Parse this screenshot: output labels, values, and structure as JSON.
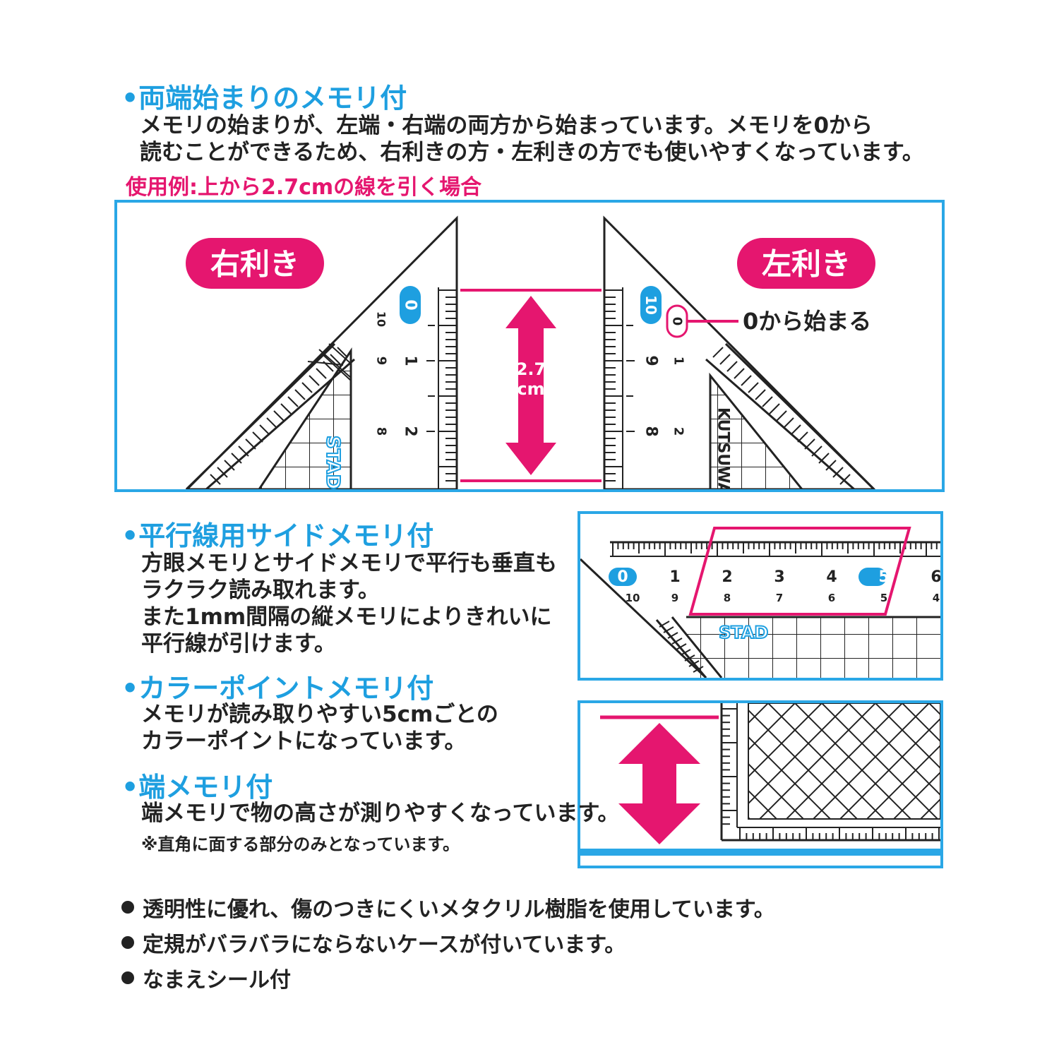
{
  "sections": {
    "ends": {
      "title": "•両端始まりのメモリ付",
      "line1": "メモリの始まりが、左端・右端の両方から始まっています。メモリを0から",
      "line2": "読むことができるため、右利きの方・左利きの方でも使いやすくなっています。",
      "example": "使用例:上から2.7cmの線を引く場合"
    },
    "parallel": {
      "title": "•平行線用サイドメモリ付",
      "lines": [
        "方眼メモリとサイドメモリで平行も垂直も",
        "ラクラク読み取れます。",
        "また1mm間隔の縦メモリによりきれいに",
        "平行線が引けます。"
      ]
    },
    "color": {
      "title": "•カラーポイントメモリ付",
      "lines": [
        "メモリが読み取りやすい5cmごとの",
        "カラーポイントになっています。"
      ]
    },
    "edge": {
      "title": "•端メモリ付",
      "line1": "端メモリで物の高さが測りやすくなっています。",
      "note": "※直角に面する部分のみとなっています。"
    }
  },
  "diagram1": {
    "right_hand_label": "右利き",
    "left_hand_label": "左利き",
    "measure_label_1": "2.7",
    "measure_label_2": "cm",
    "callout": "0から始まる",
    "brand_left": "STAD",
    "brand_right": "KUTSUWA",
    "scale_left": [
      "0",
      "10",
      "1",
      "9",
      "2",
      "8"
    ],
    "scale_right": [
      "10",
      "0",
      "9",
      "1",
      "8",
      "2"
    ]
  },
  "diagram2": {
    "top_numbers": [
      "0",
      "1",
      "2",
      "3",
      "4",
      "5",
      "6"
    ],
    "bottom_numbers": [
      "10",
      "9",
      "8",
      "7",
      "6",
      "5",
      "4"
    ],
    "brand": "STAD"
  },
  "bullets": [
    "透明性に優れ、傷のつきにくいメタクリル樹脂を使用しています。",
    "定規がバラバラにならないケースが付いています。",
    "なまえシール付"
  ],
  "colors": {
    "accent_blue": "#1e9fe0",
    "accent_pink": "#e5166f",
    "frame_blue": "#2aa7e6"
  }
}
